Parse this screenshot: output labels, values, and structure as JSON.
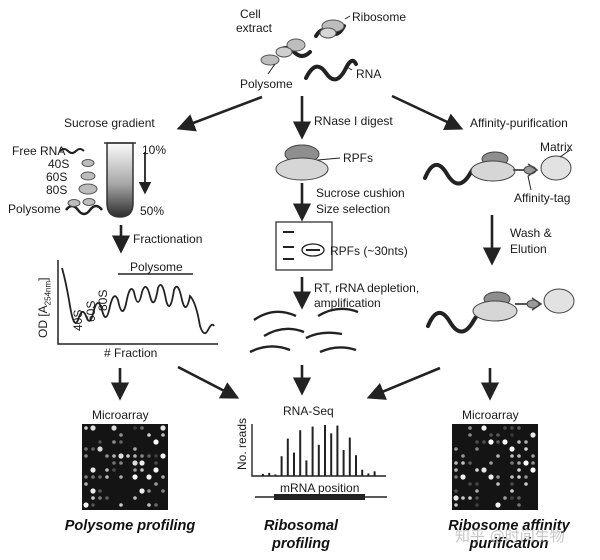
{
  "top": {
    "cell_extract": [
      "Cell",
      "extract"
    ],
    "ribosome": "Ribosome",
    "polysome": "Polysome",
    "rna": "RNA"
  },
  "branches": {
    "left": "Sucrose gradient",
    "middle": "RNase I digest",
    "right": "Affinity-purification"
  },
  "gradient": {
    "labels": [
      "Free RNA",
      "40S",
      "60S",
      "80S",
      "Polysome"
    ],
    "top_pct": "10%",
    "bottom_pct": "50%",
    "step": "Fractionation"
  },
  "profile": {
    "ylabel": "OD [A",
    "ylabel_sub": "254nm",
    "ylabel_end": "]",
    "xlabel": "# Fraction",
    "peaks": [
      "40S",
      "60S",
      "80S"
    ],
    "polysome": "Polysome"
  },
  "middle": {
    "rpfs": "RPFs",
    "cushion": [
      "Sucrose cushion",
      "Size selection"
    ],
    "gel_label": "RPFs (~30nts)",
    "rt": [
      "RT, rRNA depletion,",
      "amplification"
    ],
    "rnaseq": "RNA-Seq",
    "ylabel": "No. reads",
    "xlabel": "mRNA position",
    "read_heights": [
      4,
      6,
      3,
      38,
      72,
      45,
      88,
      30,
      95,
      60,
      98,
      82,
      97,
      50,
      74,
      40,
      12,
      5,
      9
    ]
  },
  "right": {
    "matrix": "Matrix",
    "tag": "Affinity-tag",
    "wash": [
      "Wash &",
      "Elution"
    ]
  },
  "microarray": {
    "left_label": "Microarray",
    "right_label": "Microarray"
  },
  "titles": {
    "left": "Polysome profiling",
    "middle": [
      "Ribosomal",
      "profiling"
    ],
    "right": [
      "Ribosome affinity",
      "purification"
    ]
  },
  "watermark": "知乎 @时间生物",
  "colors": {
    "array_bg": "#141414",
    "ribosome": "#bdbdbd",
    "ink": "#1a1a1a"
  }
}
